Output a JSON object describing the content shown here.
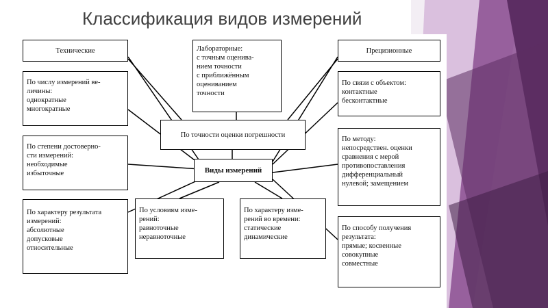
{
  "slide": {
    "title": "Классификация видов измерений",
    "colors": {
      "accent_dark": "#5c2d63",
      "accent_mid": "#8b4f92",
      "accent_light": "#c9a2cf",
      "box_border": "#000000"
    }
  },
  "diagram": {
    "nodes": {
      "technical": {
        "lines": [
          "Технические"
        ]
      },
      "laboratory": {
        "lines": [
          "Лабораторные:",
          "с точным оценива-",
          "нием точности",
          "с приближённым",
          "оцениванием",
          "точности"
        ]
      },
      "precision": {
        "lines": [
          "Прецизионные"
        ]
      },
      "by_count": {
        "lines": [
          "По числу измерений ве-",
          "личины:",
          "однократные",
          "многократные"
        ]
      },
      "by_accuracy": {
        "lines": [
          "По точности оценки погрешности"
        ]
      },
      "by_relation": {
        "lines": [
          "По связи с объектом:",
          "контактные",
          "бесконтактные"
        ]
      },
      "by_reliability": {
        "lines": [
          "По степени достоверно-",
          "сти измерений:",
          "необходимые",
          "избыточные"
        ]
      },
      "types": {
        "lines": [
          "Виды измерений"
        ]
      },
      "by_method": {
        "lines": [
          "По методу:",
          "непосредствен. оценки",
          "сравнения с мерой",
          "противопоставления",
          "дифференциальный",
          "нулевой; замещением"
        ]
      },
      "by_result": {
        "lines": [
          "По характеру результата",
          "измерений:",
          "абсолютные",
          "допусковые",
          "относительные"
        ]
      },
      "by_conditions": {
        "lines": [
          "По условиям изме-",
          "рений:",
          "равноточные",
          "неравноточные"
        ]
      },
      "by_time": {
        "lines": [
          "По характеру изме-",
          "рений во времени:",
          "статические",
          "динамические"
        ]
      },
      "by_obtaining": {
        "lines": [
          "По способу получения",
          "результата:",
          "прямые; косвенные",
          "совокупные",
          "совместные"
        ]
      }
    }
  }
}
